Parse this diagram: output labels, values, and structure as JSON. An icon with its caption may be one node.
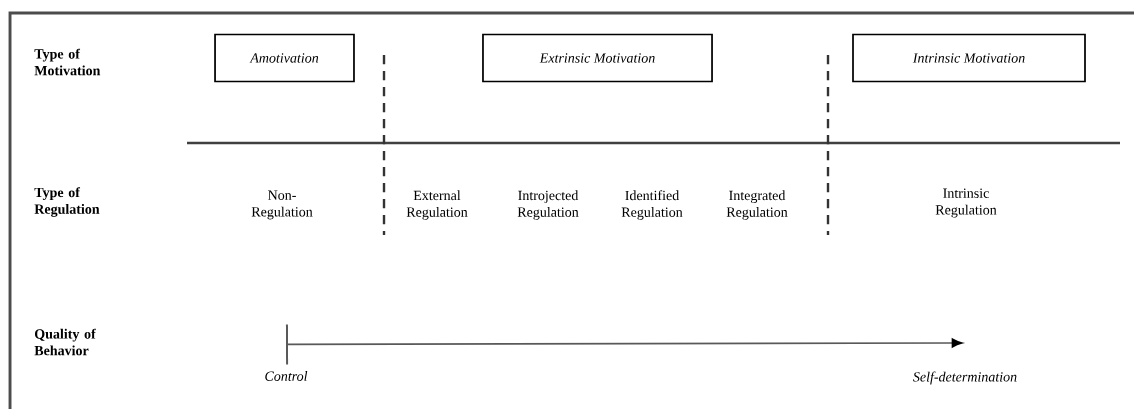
{
  "diagram": {
    "nodes": [
      {
        "text": [
          "Amotivation"
        ]
      },
      {
        "text": [
          "Extrinsic Motivation"
        ]
      },
      {
        "text": [
          "Intrinsic Motivation"
        ]
      },
      {
        "text": [
          "Control"
        ]
      },
      {
        "text": [
          "Self-determination"
        ]
      }
    ],
    "edges": [
      {
        "from": 3,
        "to": 4,
        "arrow": "to"
      }
    ],
    "labels": [
      "Type of Motivation",
      "Type of Regulation",
      "Non-Regulation",
      "External Regulation",
      "Introjected Regulation",
      "Identified Regulation",
      "Integrated Regulation",
      "Intrinsic Regulation",
      "Quality of Behavior"
    ]
  }
}
